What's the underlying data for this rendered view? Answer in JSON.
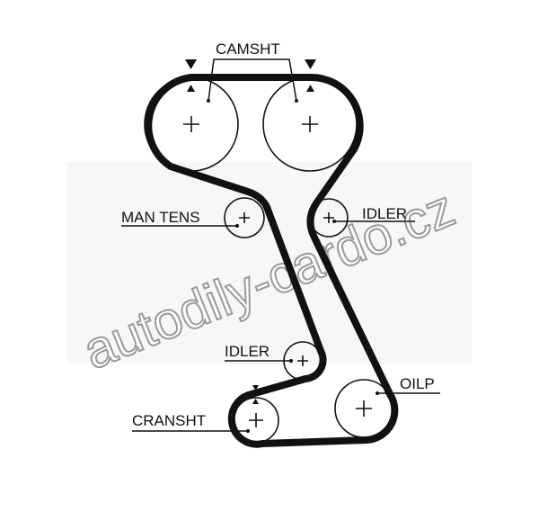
{
  "labels": {
    "camshaft": "CAMSHT",
    "manual_tensioner": "MAN TENS",
    "idler_upper": "IDLER",
    "idler_lower": "IDLER",
    "oil_pump": "OILP",
    "crankshaft": "CRANSHT"
  },
  "watermark": "autodily-cardo.cz",
  "colors": {
    "belt": "#111111",
    "watermark": "#9a9a9a"
  }
}
